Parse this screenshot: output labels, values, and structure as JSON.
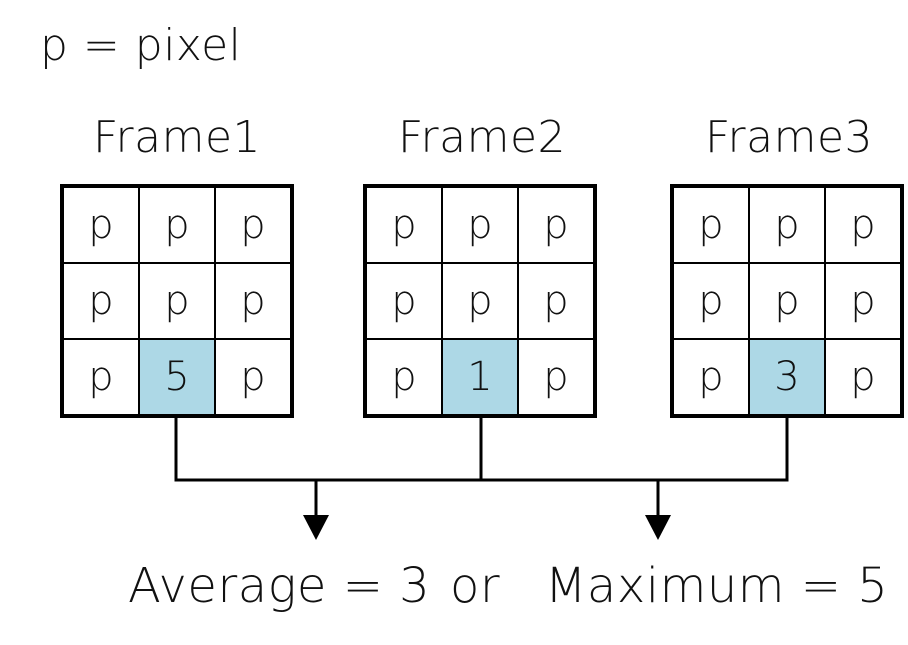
{
  "legend": "p = pixel",
  "cell_label": "p",
  "frames": [
    {
      "title": "Frame1",
      "highlight_value": "5"
    },
    {
      "title": "Frame2",
      "highlight_value": "1"
    },
    {
      "title": "Frame3",
      "highlight_value": "3"
    }
  ],
  "results": {
    "average": "Average = 3",
    "connector": "or",
    "maximum": "Maximum = 5"
  },
  "colors": {
    "highlight": "#add8e6",
    "lines": "#000000"
  }
}
